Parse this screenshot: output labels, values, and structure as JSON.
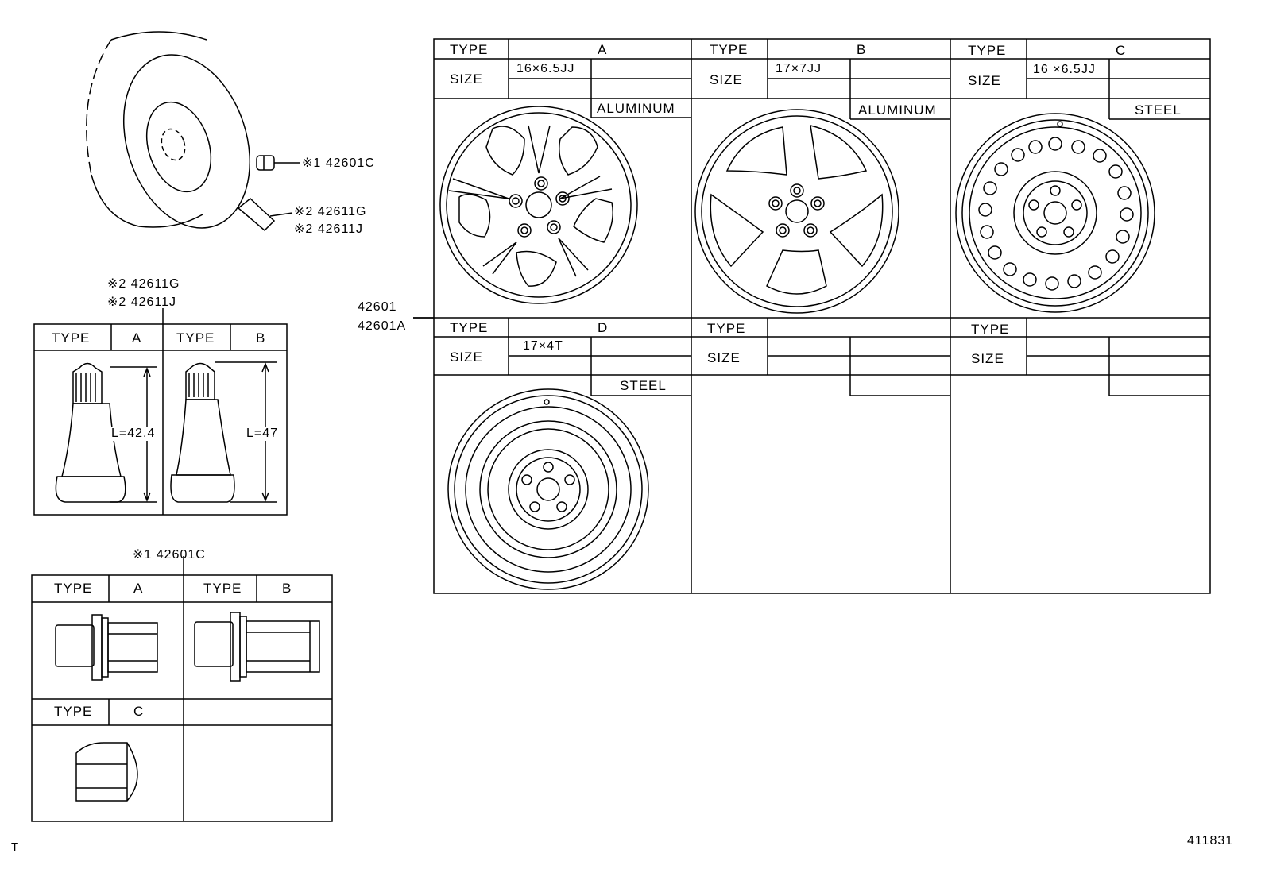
{
  "callouts": {
    "nut_ref": "※1 42601C",
    "valve_ref_g": "※2 42611G",
    "valve_ref_j": "※2 42611J",
    "wheel_ref": "42601",
    "wheel_ref_a": "42601A"
  },
  "valve_table": {
    "title_g": "※2 42611G",
    "title_j": "※2 42611J",
    "type_label": "TYPE",
    "types": [
      "A",
      "B"
    ],
    "lengths": [
      "L=42.4",
      "L=47"
    ]
  },
  "nut_table": {
    "title": "※1 42601C",
    "type_label": "TYPE",
    "types": [
      "A",
      "B",
      "C"
    ]
  },
  "wheel_table": {
    "type_label": "TYPE",
    "size_label": "SIZE",
    "wheels": [
      {
        "type": "A",
        "size": "16×6.5JJ",
        "material": "ALUMINUM"
      },
      {
        "type": "B",
        "size": "17×7JJ",
        "material": "ALUMINUM"
      },
      {
        "type": "C",
        "size": "16 ×6.5JJ",
        "material": "STEEL"
      },
      {
        "type": "D",
        "size": "17×4T",
        "material": "STEEL"
      },
      {
        "type": "",
        "size": "",
        "material": ""
      },
      {
        "type": "",
        "size": "",
        "material": ""
      }
    ]
  },
  "footer": {
    "left_mark": "T",
    "drawing_number": "411831"
  }
}
